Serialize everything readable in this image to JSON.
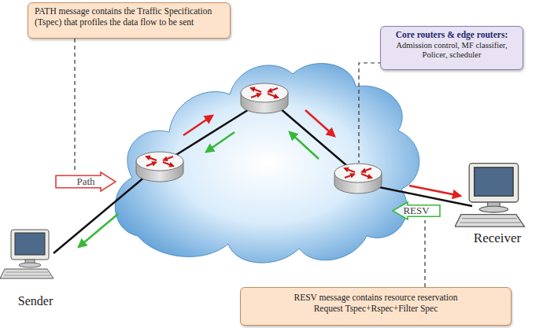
{
  "diagram": {
    "nodes": [
      {
        "text": [
          "PATH message contains the Traffic Specification (Tspec) that profiles the data flow to be sent"
        ]
      },
      {
        "text": [
          "Core routers & edge routers:",
          "Admission control, MF classifier, Policer, scheduler"
        ]
      },
      {
        "text": [
          "Path"
        ]
      },
      {
        "text": [
          "RESV"
        ]
      },
      {
        "text": [
          "Sender"
        ]
      },
      {
        "text": [
          "Receiver"
        ]
      },
      {
        "text": [
          "RESV message contains resource reservation Request Tspec+Rspec+Filter Spec"
        ]
      }
    ],
    "edges": [
      {
        "from": 0,
        "to": 2,
        "arrow": "none"
      },
      {
        "from": 6,
        "to": 3,
        "arrow": "none"
      }
    ]
  }
}
